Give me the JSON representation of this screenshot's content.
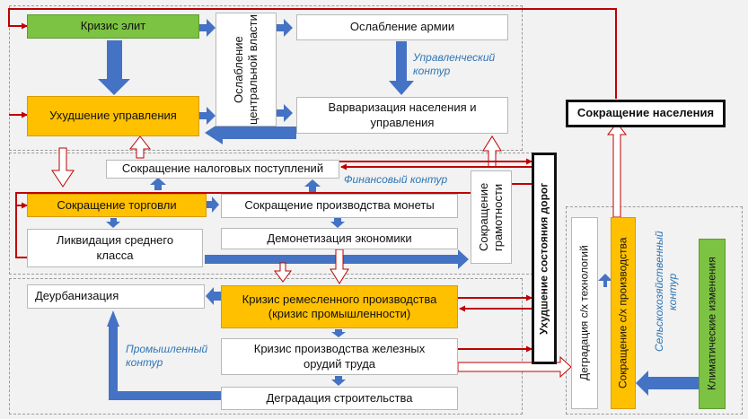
{
  "nodes": {
    "elite_crisis": "Кризис элит",
    "central_power": "Ослабление центральной власти",
    "army": "Ослабление армии",
    "governance": "Ухудшение управления",
    "barbarization": "Варваризация населения и управления",
    "population": "Сокращение населения",
    "tax": "Сокращение налоговых поступлений",
    "trade": "Сокращение торговли",
    "coinage": "Сокращение производства монеты",
    "middle_class": "Ликвидация среднего класса",
    "demonetization": "Демонетизация экономики",
    "literacy": "Сокращение грамотности",
    "roads": "Ухудшение состояния дорог",
    "deurbanization": "Деурбанизация",
    "craft_crisis": "Кризис ремесленного производства (кризис промышленности)",
    "iron_tools": "Кризис производства железных орудий труда",
    "construction": "Деградация строительства",
    "agri_tech": "Деградация с/х технологий",
    "agri_production": "Сокращение с/х производства",
    "climate": "Климатические изменения"
  },
  "contours": {
    "management": "Управленческий контур",
    "financial": "Финансовый контур",
    "industrial": "Промышленный контур",
    "agricultural": "Сельскохозяйственный контур"
  },
  "colors": {
    "green": "#7cc243",
    "orange": "#ffc000",
    "arrow_blue": "#4472c4",
    "arrow_red": "#c00000",
    "label_blue": "#2e75b6"
  }
}
